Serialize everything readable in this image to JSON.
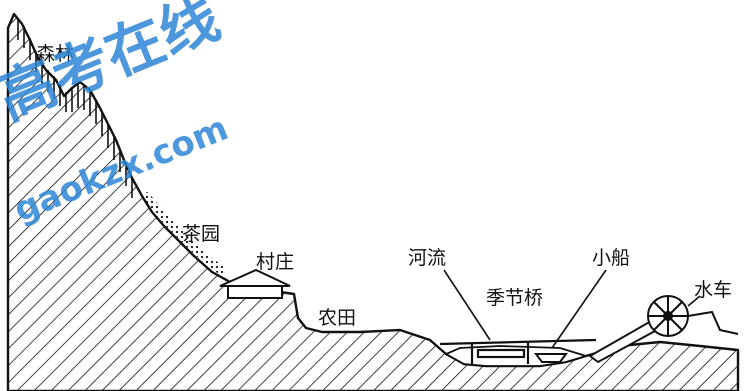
{
  "watermark": {
    "main": "高考在线",
    "domain": "gaokzx.com",
    "color": "#2f86d6"
  },
  "labels": {
    "forest": "森林",
    "tea_garden": "茶园",
    "village": "村庄",
    "farmland": "农田",
    "river": "河流",
    "seasonal_bridge": "季节桥",
    "boat": "小船",
    "waterwheel": "水车"
  },
  "colors": {
    "ink": "#111111",
    "background": "#ffffff"
  }
}
